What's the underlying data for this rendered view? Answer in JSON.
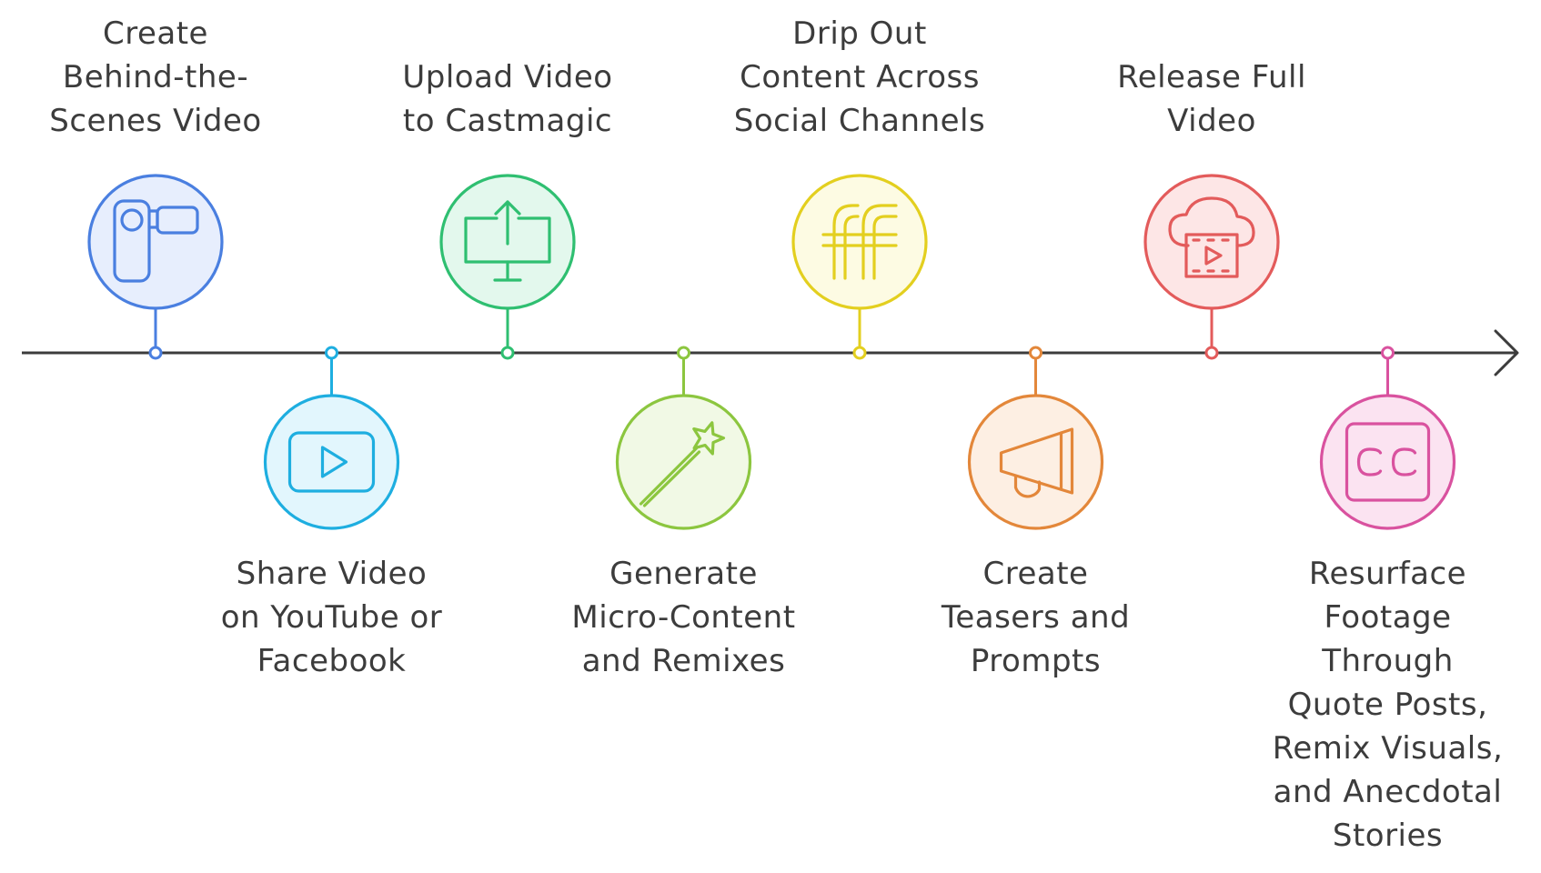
{
  "steps": [
    {
      "lines": [
        "Create",
        "Behind-the-",
        "Scenes Video"
      ],
      "icon": "camcorder-icon",
      "position": "above",
      "stroke": "#4a7fe0",
      "fill": "#e7eefd"
    },
    {
      "lines": [
        "Share Video",
        "on YouTube or",
        "Facebook"
      ],
      "icon": "youtube-play-icon",
      "position": "below",
      "stroke": "#1eaee0",
      "fill": "#e2f6fd"
    },
    {
      "lines": [
        "Upload Video",
        "to Castmagic"
      ],
      "icon": "upload-monitor-icon",
      "position": "above",
      "stroke": "#2fbf71",
      "fill": "#e3f8ed"
    },
    {
      "lines": [
        "Generate",
        "Micro-Content",
        "and Remixes"
      ],
      "icon": "magic-wand-icon",
      "position": "below",
      "stroke": "#8cc63f",
      "fill": "#f1f9e5"
    },
    {
      "lines": [
        "Drip Out",
        "Content Across",
        "Social Channels"
      ],
      "icon": "ff-icon",
      "position": "above",
      "stroke": "#e3cf1f",
      "fill": "#fdfbe3"
    },
    {
      "lines": [
        "Create",
        "Teasers and",
        "Prompts"
      ],
      "icon": "megaphone-icon",
      "position": "below",
      "stroke": "#e3873a",
      "fill": "#fdefe3"
    },
    {
      "lines": [
        "Release Full",
        "Video"
      ],
      "icon": "cloud-video-icon",
      "position": "above",
      "stroke": "#e35b5b",
      "fill": "#fde6e6"
    },
    {
      "lines": [
        "Resurface",
        "Footage",
        "Through",
        "Quote Posts,",
        "Remix Visuals,",
        "and Anecdotal",
        "Stories"
      ],
      "icon": "closed-captions-icon",
      "position": "below",
      "stroke": "#d9529f",
      "fill": "#fbe3f1"
    }
  ],
  "timeline_color": "#3c3c3c"
}
